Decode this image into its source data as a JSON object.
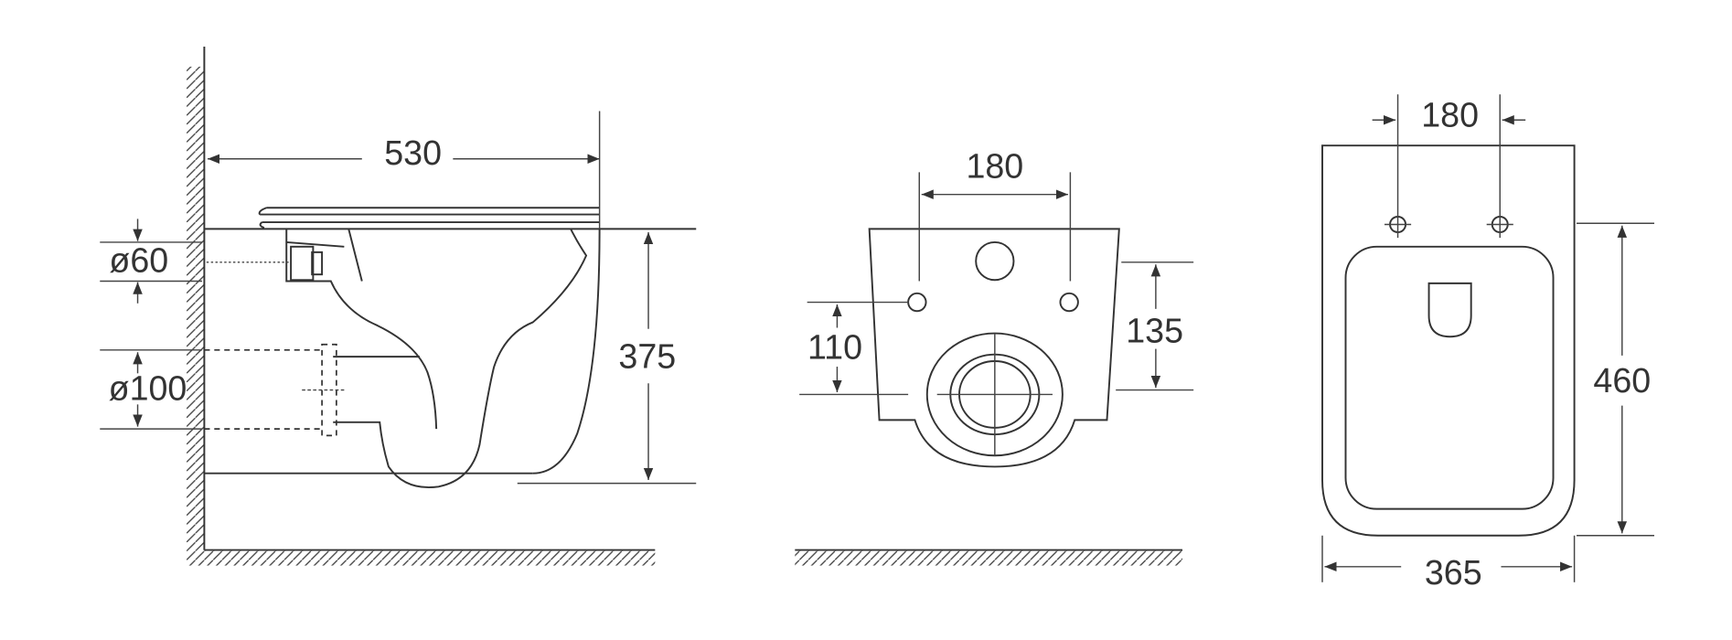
{
  "side_view": {
    "width": "530",
    "height": "375",
    "inlet_diameter": "ø60",
    "outlet_diameter": "ø100"
  },
  "front_view": {
    "bolt_spacing": "180",
    "bolt_height": "110",
    "outlet_height": "135"
  },
  "top_view": {
    "bolt_spacing": "180",
    "length": "460",
    "width": "365"
  },
  "colors": {
    "line": "#333333",
    "background": "#ffffff"
  }
}
